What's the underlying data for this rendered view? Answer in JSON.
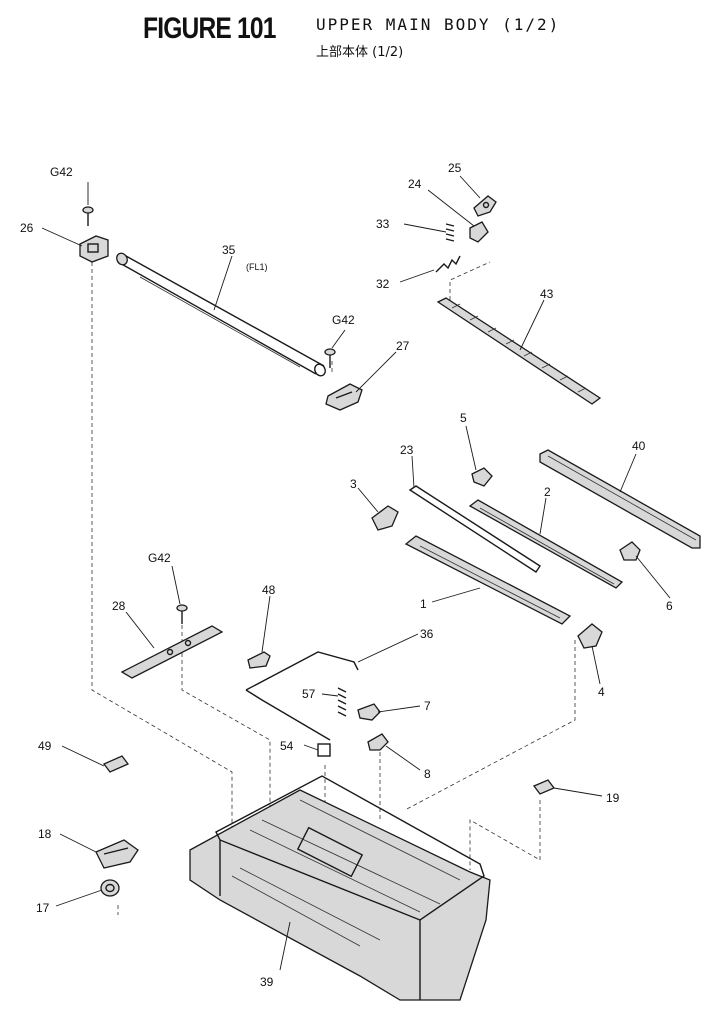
{
  "header": {
    "figure_title": "FIGURE 101",
    "subtitle_en": "UPPER MAIN BODY (1/2)",
    "subtitle_jp": "上部本体 (1/2)"
  },
  "labels": {
    "l_g42_top": "G42",
    "l_26": "26",
    "l_35": "35",
    "l_fl1": "(FL1)",
    "l_g42_mid": "G42",
    "l_27": "27",
    "l_25": "25",
    "l_24": "24",
    "l_33": "33",
    "l_32": "32",
    "l_43": "43",
    "l_5": "5",
    "l_40": "40",
    "l_23": "23",
    "l_3": "3",
    "l_2": "2",
    "l_6": "6",
    "l_1": "1",
    "l_4": "4",
    "l_g42_low": "G42",
    "l_28": "28",
    "l_48": "48",
    "l_36": "36",
    "l_57": "57",
    "l_7": "7",
    "l_54": "54",
    "l_8": "8",
    "l_49": "49",
    "l_19": "19",
    "l_18": "18",
    "l_17": "17",
    "l_39": "39"
  }
}
